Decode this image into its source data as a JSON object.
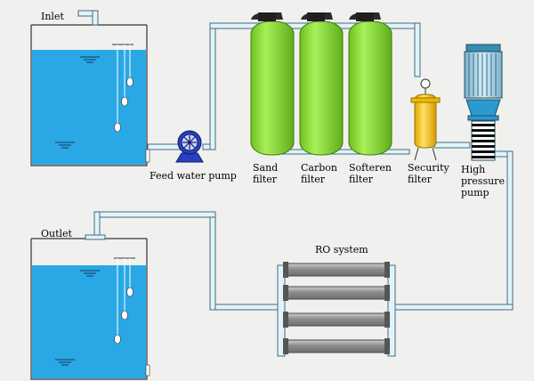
{
  "tanks": {
    "inlet_label": "Inlet",
    "outlet_label": "Outlet"
  },
  "pump": {
    "feed_label": "Feed water pump"
  },
  "filters": {
    "sand_label": "Sand filter",
    "carbon_label": "Carbon filter",
    "softener_label": "Softeren filter",
    "security_label": "Security filter"
  },
  "hp_pump": {
    "label": "High pressure pump"
  },
  "ro": {
    "label": "RO system"
  },
  "colors": {
    "background": "#f0f0ee",
    "water": "#2aa8e6",
    "pipe_fill": "#dff3fb",
    "pipe_edge": "#4a6a7a",
    "filter_green": "#8de03a",
    "security_yellow": "#f5c91e",
    "pump_blue": "#2a3fc0",
    "ro_gray": "#9a9a9a"
  }
}
